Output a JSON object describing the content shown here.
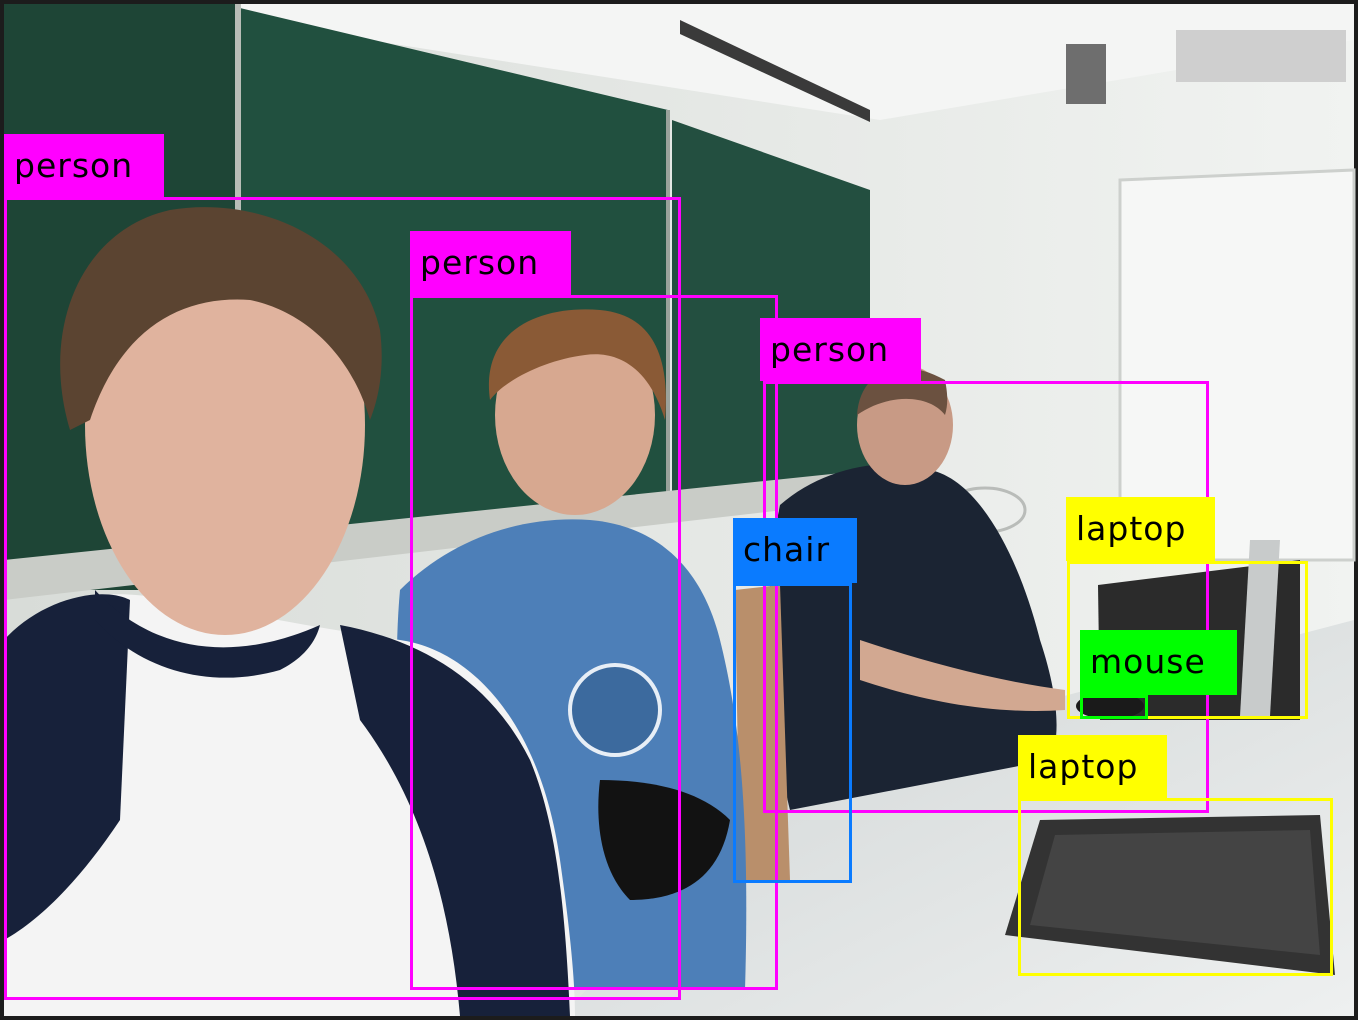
{
  "image": {
    "description_icon": "photo-scene",
    "colors": {
      "frame": "#1c1c1c",
      "chalkboard": "#1f4a3b",
      "wall": "#e9ece9",
      "table": "#dfe3e3"
    }
  },
  "detections": [
    {
      "label": "person",
      "color": "#ff00ff"
    },
    {
      "label": "person",
      "color": "#ff00ff"
    },
    {
      "label": "person",
      "color": "#ff00ff"
    },
    {
      "label": "chair",
      "color": "#0a7bff"
    },
    {
      "label": "laptop",
      "color": "#ffff00"
    },
    {
      "label": "mouse",
      "color": "#00ff00"
    },
    {
      "label": "laptop",
      "color": "#ffff00"
    }
  ]
}
